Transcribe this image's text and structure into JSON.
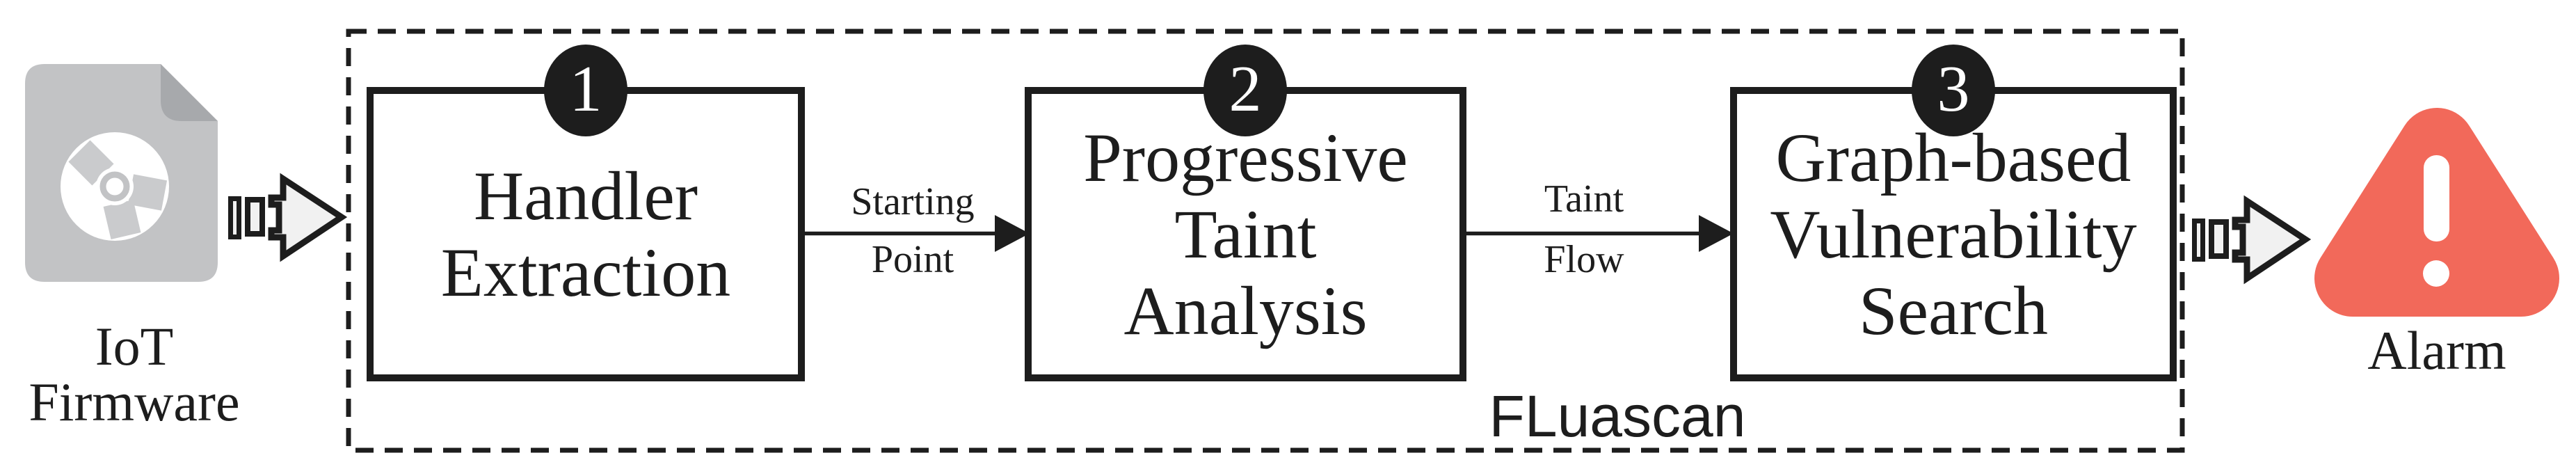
{
  "diagram": {
    "title_hint": "FLuascan IoT firmware vulnerability scanning pipeline",
    "input": {
      "icon": "firmware-file-cd-icon",
      "label_line1": "IoT",
      "label_line2": "Firmware"
    },
    "system": {
      "name": "FLuascan",
      "stages": [
        {
          "number": "1",
          "line1": "Handler",
          "line2": "Extraction",
          "line3": ""
        },
        {
          "number": "2",
          "line1": "Progressive",
          "line2": "Taint",
          "line3": "Analysis"
        },
        {
          "number": "3",
          "line1": "Graph-based",
          "line2": "Vulnerability",
          "line3": "Search"
        }
      ],
      "flows": [
        {
          "line1": "Starting",
          "line2": "Point"
        },
        {
          "line1": "Taint",
          "line2": "Flow"
        }
      ]
    },
    "output": {
      "icon": "alarm-warning-icon",
      "label": "Alarm"
    },
    "colors": {
      "ink": "#1d1d1d",
      "alarm_red": "#f2695a",
      "file_gray": "#c2c3c5",
      "file_fold_gray": "#a7a9ac",
      "disc_wedge_gray": "#cacbcd",
      "flow_arrow_fill": "#f1f1f1"
    }
  }
}
